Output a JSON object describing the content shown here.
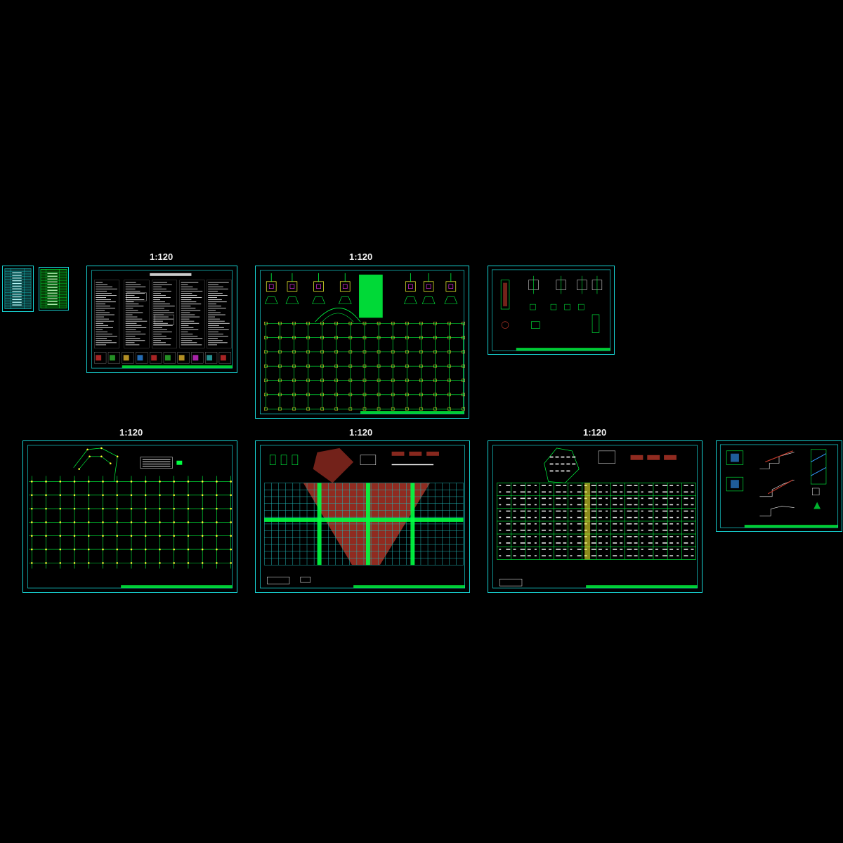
{
  "canvas": {
    "background": "#000000"
  },
  "colors": {
    "frame": "#17d3d3",
    "line": "#00ff41",
    "node": "#ffff33",
    "hatch": "#c0392b",
    "grid": "#1fb7b7",
    "white": "#ffffff",
    "magenta": "#ff33ff"
  },
  "scale_labels": {
    "sheet_notes": "1:120",
    "sheet_foundation": "1:120",
    "sheet_column_plan": "1:120",
    "sheet_slab_reinforcement": "1:120",
    "sheet_beam_plan": "1:120"
  },
  "sheets": [
    {
      "id": "drawing-index-1",
      "kind": "table"
    },
    {
      "id": "drawing-index-2",
      "kind": "table"
    },
    {
      "id": "general-notes",
      "kind": "notes"
    },
    {
      "id": "foundation-plan",
      "kind": "plan-with-details"
    },
    {
      "id": "column-details",
      "kind": "details"
    },
    {
      "id": "column-layout-plan",
      "kind": "plan"
    },
    {
      "id": "slab-reinforcement-plan",
      "kind": "plan-hatched"
    },
    {
      "id": "beam-reinforcement-plan",
      "kind": "plan-dense"
    },
    {
      "id": "stair-details",
      "kind": "details"
    }
  ]
}
